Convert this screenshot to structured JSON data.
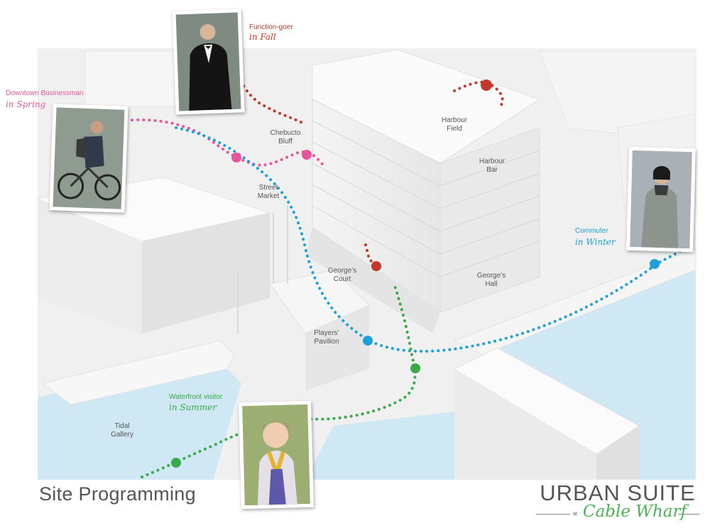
{
  "title": "Site Programming",
  "brand": {
    "line1": "URBAN SUITE",
    "at": "at",
    "line2": "Cable Wharf"
  },
  "places": {
    "harbour_field": "Harbour\nField",
    "harbour_bar": "Harbour\nBar",
    "chebucto_bluff": "Chebucto\nBluff",
    "street_market": "Street\nMarket",
    "georges_court": "George’s\nCourt",
    "georges_hall": "George’s\nHall",
    "players_pavilion": "Players’\nPavilion",
    "tidal_gallery": "Tidal\nGallery"
  },
  "personas": {
    "function_goer": {
      "name": "Function-goer",
      "season": "in Fall",
      "color": "#c0392b"
    },
    "businessman": {
      "name": "Downtown Businessman",
      "season": "in Spring",
      "color": "#e8559a"
    },
    "commuter": {
      "name": "Commuter",
      "season": "in Winter",
      "color": "#1ba1d8"
    },
    "waterfront": {
      "name": "Waterfront visitor",
      "season": "in Summer",
      "color": "#39a94a"
    }
  },
  "colors": {
    "water": "#cfe8f3",
    "building": "#f7f7f7",
    "ground": "#efefef",
    "text": "#555555"
  }
}
